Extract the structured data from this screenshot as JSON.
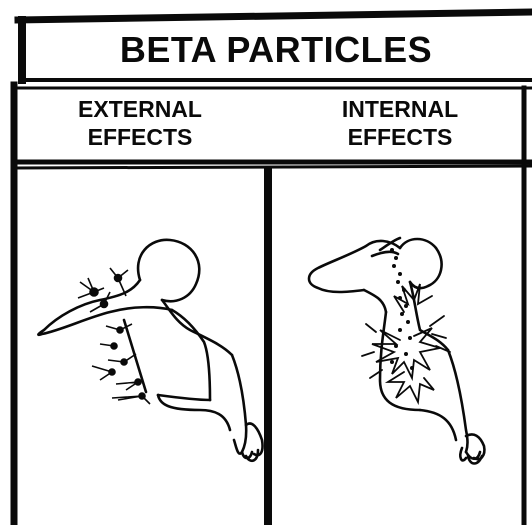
{
  "title": "BETA PARTICLES",
  "panels": {
    "left": {
      "heading_line1": "EXTERNAL",
      "heading_line2": "EFFECTS"
    },
    "right": {
      "heading_line1": "INTERNAL",
      "heading_line2": "EFFECTS"
    }
  },
  "colors": {
    "ink": "#0a0a0a",
    "background": "#ffffff"
  }
}
